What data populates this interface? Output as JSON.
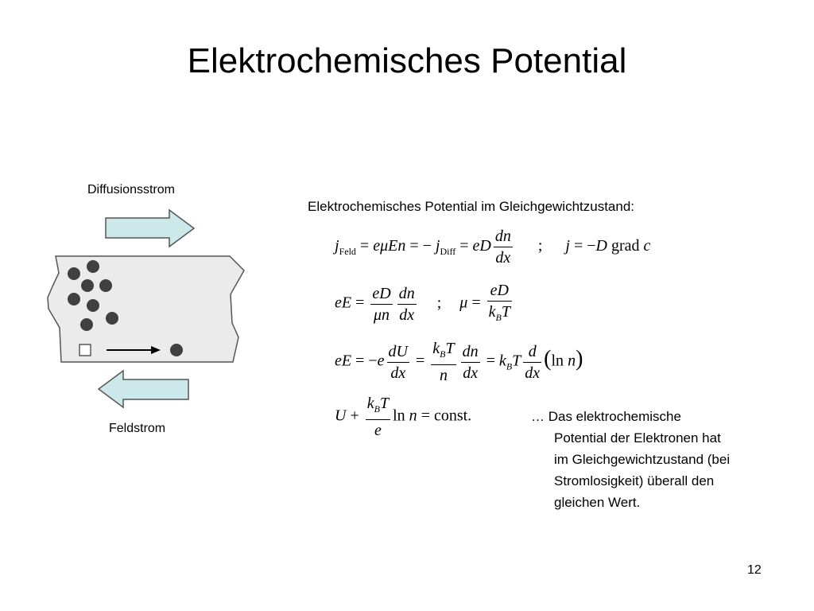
{
  "slide": {
    "title": "Elektrochemisches Potential",
    "page_number": "12"
  },
  "diagram": {
    "top_label": "Diffusionsstrom",
    "bottom_label": "Feldstrom",
    "colors": {
      "arrow_fill": "#cce8ea",
      "block_fill": "#ebebeb",
      "particle": "#404040"
    }
  },
  "content": {
    "intro": "Elektrochemisches Potential im Gleichgewichtzustand:",
    "note_first_line": "… Das elektrochemische",
    "note_lines": [
      "Potential der Elektronen hat",
      "im Gleichgewichtzustand (bei",
      "Stromlosigkeit) überall den",
      "gleichen Wert."
    ]
  },
  "equations": {
    "eq1": {
      "sub_feld": "Feld",
      "sub_diff": "Diff",
      "grad": "grad"
    },
    "eq4": {
      "ln": "ln",
      "const": "const."
    }
  }
}
